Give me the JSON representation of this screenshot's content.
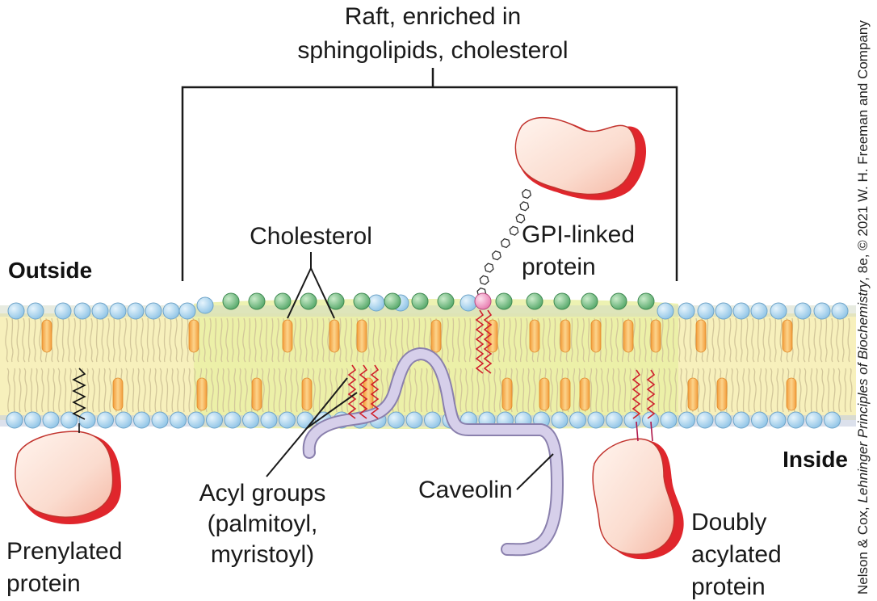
{
  "labels": {
    "raft_line1": "Raft, enriched in",
    "raft_line2": "sphingolipids, cholesterol",
    "outside": "Outside",
    "inside": "Inside",
    "cholesterol": "Cholesterol",
    "gpi_line1": "GPI-linked",
    "gpi_line2": "protein",
    "acyl_line1": "Acyl groups",
    "acyl_line2": "(palmitoyl,",
    "acyl_line3": "myristoyl)",
    "caveolin": "Caveolin",
    "prenylated_line1": "Prenylated",
    "prenylated_line2": "protein",
    "doubly_line1": "Doubly",
    "doubly_line2": "acylated",
    "doubly_line3": "protein"
  },
  "credit": {
    "prefix": "Nelson & Cox, ",
    "title": "Lehninger Principles of Biochemistry",
    "suffix": ", 8e, © 2021 W. H. Freeman and Company"
  },
  "colors": {
    "membrane_fill": "#f6efb8",
    "raft_fill": "#e8efa0",
    "headgroup_blue": "#a9d4ee",
    "headgroup_green": "#7cc48a",
    "gpi_anchor_pink": "#f29bc4",
    "cholesterol_orange": "#f6b25a",
    "acyl_chain_red": "#d0202c",
    "protein_fill": "#fde5da",
    "protein_shadow": "#e0262c",
    "caveolin_lilac": "#d4cde8"
  }
}
